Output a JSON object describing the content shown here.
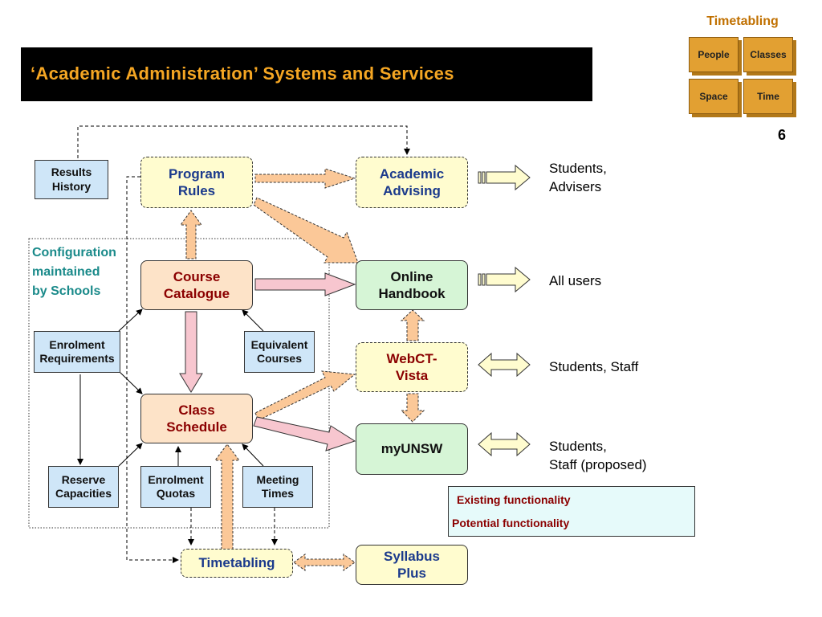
{
  "header": {
    "title": "‘Academic Administration’ Systems and Services",
    "timetabling_heading": "Timetabling",
    "cubes": [
      "People",
      "Classes",
      "Space",
      "Time"
    ],
    "page_number": "6"
  },
  "config_label": [
    "Configuration",
    "maintained",
    "by Schools"
  ],
  "nodes": {
    "results_history": [
      "Results",
      "History"
    ],
    "program_rules": [
      "Program",
      "Rules"
    ],
    "academic_advising": [
      "Academic",
      "Advising"
    ],
    "course_catalogue": [
      "Course",
      "Catalogue"
    ],
    "online_handbook": [
      "Online",
      "Handbook"
    ],
    "enrolment_requirements": [
      "Enrolment",
      "Requirements"
    ],
    "equivalent_courses": [
      "Equivalent",
      "Courses"
    ],
    "webct_vista": [
      "WebCT-",
      "Vista"
    ],
    "class_schedule": [
      "Class",
      "Schedule"
    ],
    "myunsw": [
      "myUNSW"
    ],
    "reserve_capacities": [
      "Reserve",
      "Capacities"
    ],
    "enrolment_quotas": [
      "Enrolment",
      "Quotas"
    ],
    "meeting_times": [
      "Meeting",
      "Times"
    ],
    "timetabling": [
      "Timetabling"
    ],
    "syllabus_plus": [
      "Syllabus",
      "Plus"
    ]
  },
  "audiences": {
    "advising": [
      "Students,",
      "Advisers"
    ],
    "handbook": [
      "All users"
    ],
    "webct": [
      "Students, Staff"
    ],
    "myunsw": [
      "Students,",
      "Staff (proposed)"
    ]
  },
  "legend": {
    "existing": "Existing functionality",
    "potential": "Potential functionality"
  },
  "colors": {
    "title_text": "#f5a623",
    "orange_arrow": "#fbc898",
    "pink_arrow": "#f7c6cf",
    "cube": "#e2a032"
  }
}
